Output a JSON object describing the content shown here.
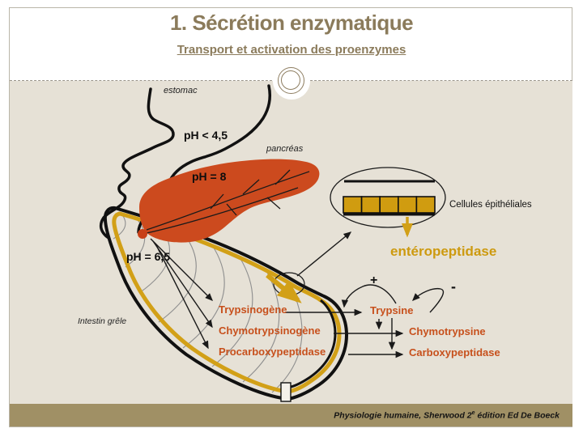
{
  "slide": {
    "title": "1. Sécrétion enzymatique",
    "subtitle": "Transport et activation des proenzymes",
    "citation_pre": "Physiologie humaine, Sherwood 2",
    "citation_sup": "e",
    "citation_post": " édition Ed De Boeck"
  },
  "diagram": {
    "labels": {
      "estomac": "estomac",
      "ph_estomac": "pH < 4,5",
      "pancreas": "pancréas",
      "ph_pancreas": "pH = 8",
      "ph_intestin": "pH = 6,5",
      "intestin": "Intestin grêle",
      "cellules": "Cellules épithéliales",
      "enteropeptidase": "entéropeptidase",
      "plus": "+",
      "minus": "-"
    },
    "proenzymes": [
      "Trypsinogène",
      "Chymotrypsinogène",
      "Procarboxypeptidase"
    ],
    "enzymes": [
      "Trypsine",
      "Chymotrypsine",
      "Carboxypeptidase"
    ],
    "colors": {
      "background": "#e6e1d6",
      "gold": "#d2a017",
      "pancreas_red": "#cc4a1e",
      "enzyme_text": "#c7501c",
      "title_brown": "#8b7b5b",
      "footer_tan": "#a09065"
    }
  }
}
